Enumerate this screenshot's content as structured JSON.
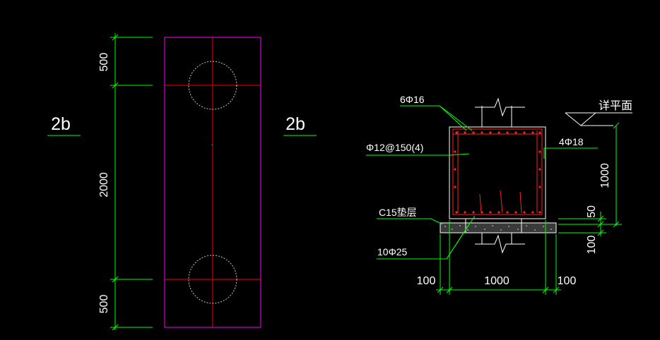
{
  "colors": {
    "background": "#000000",
    "dimension": "#00ff00",
    "outline": "#ff00ff",
    "axis": "#ff0000",
    "pile": "#c8c8c8",
    "rebar": "#ff2020",
    "concrete": "#ffffff",
    "text": "#ffffff"
  },
  "plan": {
    "section_mark_left": "2b",
    "section_mark_right": "2b",
    "dim_top": "500",
    "dim_middle": "2000",
    "dim_bottom": "500"
  },
  "section": {
    "label_top_bars": "6Φ16",
    "label_stirrups": "Φ12@150(4)",
    "label_side_bars": "4Φ18",
    "label_cushion": "C15垫层",
    "label_bottom_bars": "10Φ25",
    "label_detail_ref": "详平面",
    "dim_height": "1000",
    "dim_cover": "50",
    "dim_cushion": "100",
    "dim_left": "100",
    "dim_width": "1000",
    "dim_right": "100"
  }
}
